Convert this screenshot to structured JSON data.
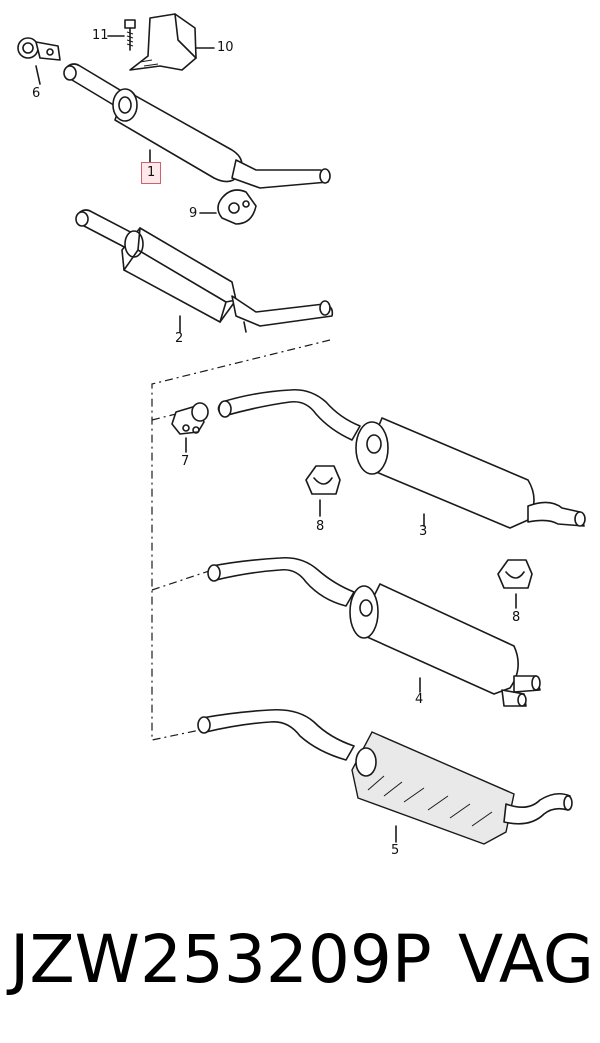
{
  "diagram": {
    "callouts": [
      {
        "id": "1",
        "text": "1",
        "highlighted": true
      },
      {
        "id": "2",
        "text": "2"
      },
      {
        "id": "3",
        "text": "3"
      },
      {
        "id": "4",
        "text": "4"
      },
      {
        "id": "5",
        "text": "5"
      },
      {
        "id": "6",
        "text": "6"
      },
      {
        "id": "7",
        "text": "7"
      },
      {
        "id": "8a",
        "text": "8"
      },
      {
        "id": "8b",
        "text": "8"
      },
      {
        "id": "9",
        "text": "9"
      },
      {
        "id": "10",
        "text": "10"
      },
      {
        "id": "11",
        "text": "11"
      }
    ],
    "highlight_color": "#fde8ea"
  },
  "footer": {
    "part_number": "JZW253209P",
    "brand": "VAG"
  }
}
